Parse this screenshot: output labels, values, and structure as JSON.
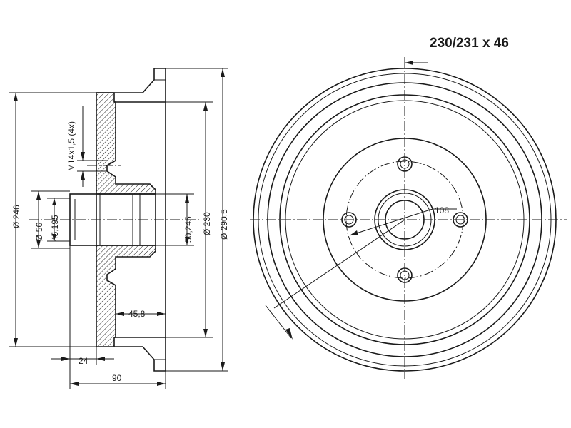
{
  "title": "230/231 x 46",
  "dimensions": {
    "d246": "Ø 246",
    "d56": "Ø 56",
    "d45195": "45,195",
    "thread": "M14x1,5 (4x)",
    "d50245": "50,245",
    "d230": "Ø 230",
    "d2905": "Ø 290,5",
    "w458": "45,8",
    "w24": "24",
    "w90": "90",
    "pcd108": "108"
  }
}
